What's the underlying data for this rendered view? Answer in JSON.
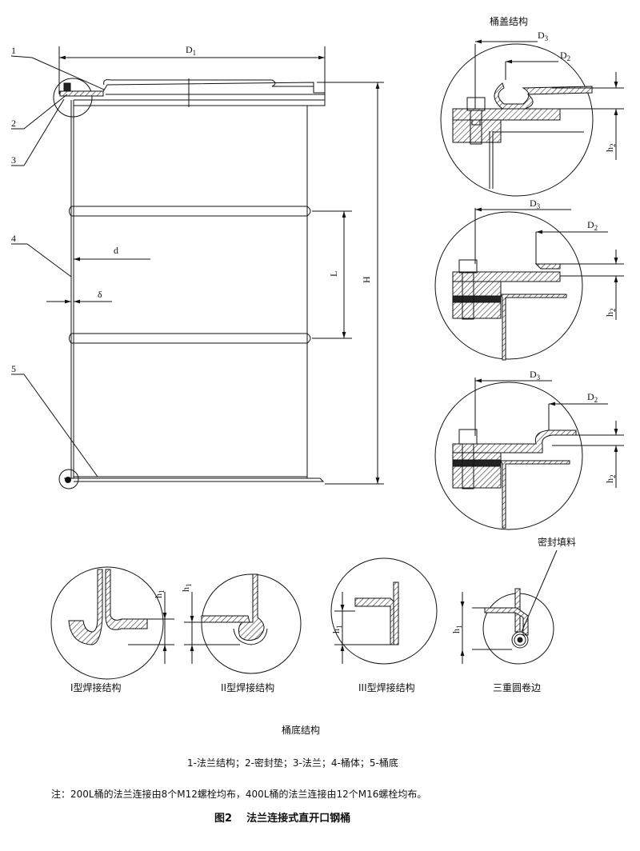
{
  "drum": {
    "callouts": [
      "1",
      "2",
      "3",
      "4",
      "5"
    ],
    "dims": {
      "D1": "D",
      "D1_sub": "1",
      "H": "H",
      "L": "L",
      "d": "d",
      "delta": "δ"
    }
  },
  "lid_detail": {
    "title": "桶盖结构",
    "dims": {
      "D3": "D",
      "D3_sub": "3",
      "D2": "D",
      "D2_sub": "2",
      "h2": "h",
      "h2_sub": "2"
    }
  },
  "bottom_details": [
    {
      "caption": "I型焊接结构",
      "h1": "h",
      "h1_sub": "1"
    },
    {
      "caption": "II型焊接结构",
      "h1": "h",
      "h1_sub": "1"
    },
    {
      "caption": "III型焊接结构",
      "h1": "h",
      "h1_sub": "1"
    },
    {
      "caption": "三重圆卷边",
      "h1": "h",
      "h1_sub": "1",
      "label": "密封填料"
    }
  ],
  "bottom_title": "桶底结构",
  "legend": "1-法兰结构；2-密封垫；3-法兰；4-桶体；5-桶底",
  "note": "注：200L桶的法兰连接由8个M12螺栓均布，400L桶的法兰连接由12个M16螺栓均布。",
  "figure_caption": "图2    法兰连接式直开口钢桶"
}
